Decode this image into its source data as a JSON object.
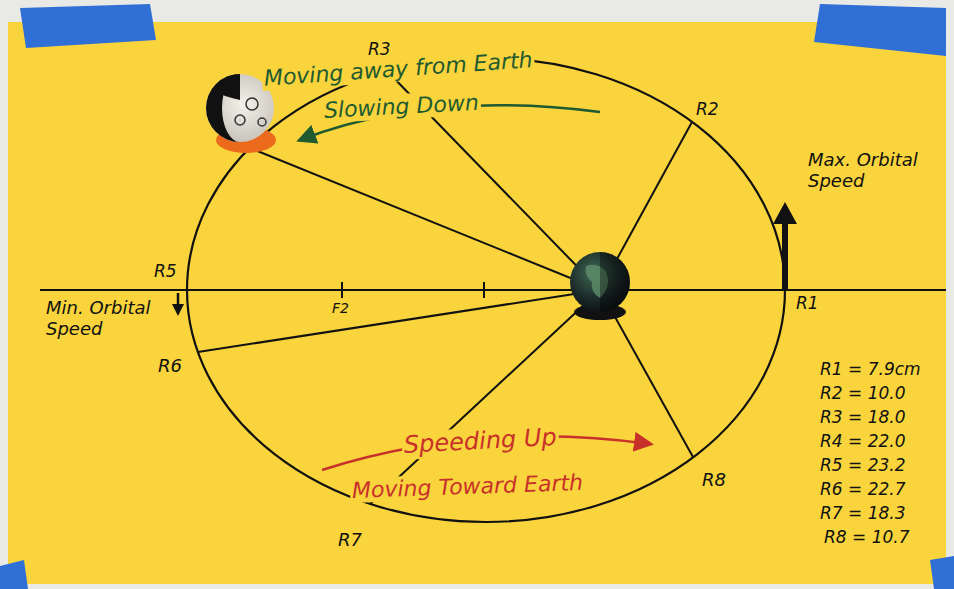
{
  "diagram": {
    "labels": [
      "R3",
      "Moving away from Earth",
      "Slowing Down",
      "R2",
      "Max. Orbital Speed",
      "R5",
      "R1",
      "Min. Orbital Speed",
      "F2",
      "R6",
      "Speeding Up",
      "Moving Toward Earth",
      "R8",
      "R7",
      "R1 = 7.9cm",
      "R2 = 10.0",
      "R3 = 18.0",
      "R4 = 22.0",
      "R5 = 23.2",
      "R6 = 22.7",
      "R7 = 18.3",
      "R8 = 10.7"
    ]
  }
}
